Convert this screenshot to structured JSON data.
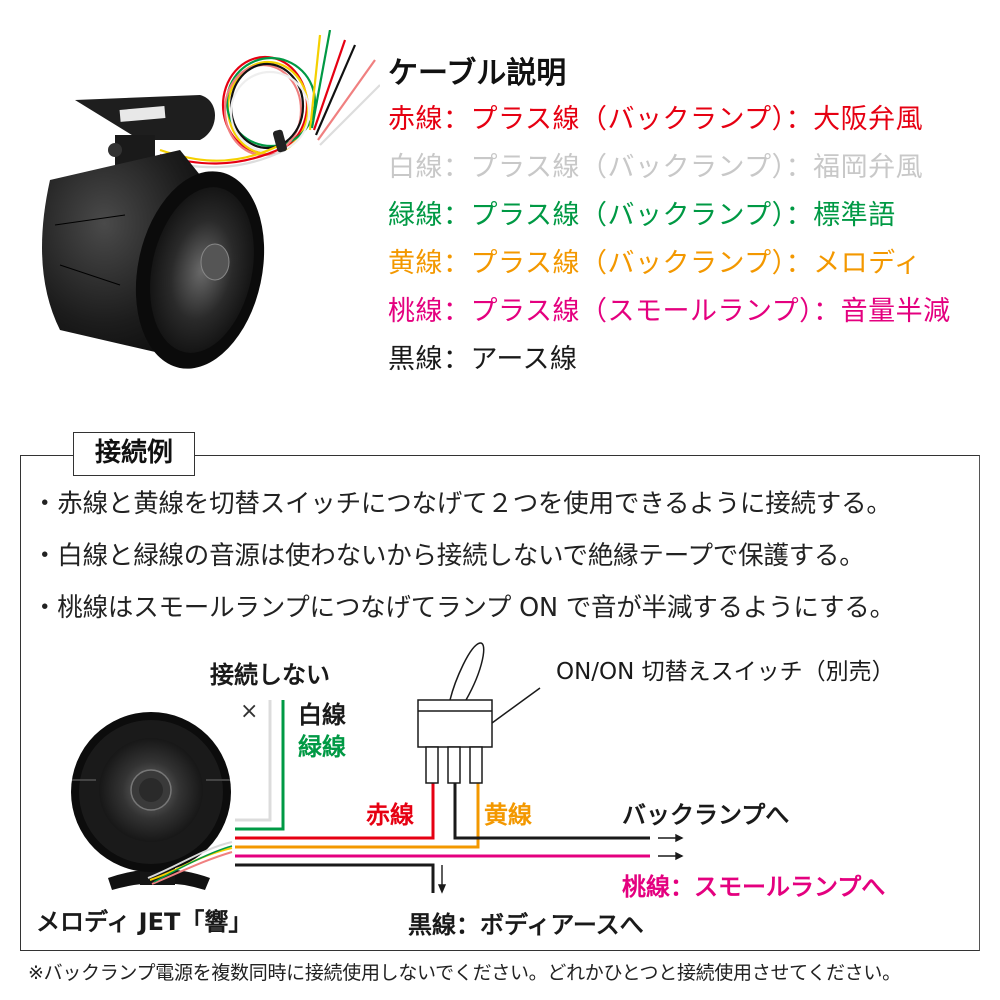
{
  "colors": {
    "red": "#e60012",
    "white": "#c8c8c8",
    "green": "#009944",
    "yellow": "#f39800",
    "pink": "#e4007f",
    "black": "#1a1a1a",
    "wire_white": "#d9d9d9"
  },
  "legend": {
    "title": "ケーブル説明",
    "items": [
      {
        "color": "red",
        "text": "赤線：プラス線（バックランプ）：大阪弁風"
      },
      {
        "color": "white",
        "text": "白線：プラス線（バックランプ）：福岡弁風"
      },
      {
        "color": "green",
        "text": "緑線：プラス線（バックランプ）：標準語"
      },
      {
        "color": "yellow",
        "text": "黄線：プラス線（バックランプ）：メロディ"
      },
      {
        "color": "pink",
        "text": "桃線：プラス線（スモールランプ）：音量半減"
      },
      {
        "color": "black",
        "text": "黒線：アース線"
      }
    ]
  },
  "connection": {
    "label": "接続例",
    "bullets": [
      "・赤線と黄線を切替スイッチにつなげて２つを使用できるように接続する。",
      "・白線と緑線の音源は使わないから接続しないで絶縁テープで保護する。",
      "・桃線はスモールランプにつなげてランプ ON で音が半減するようにする。"
    ]
  },
  "diagram": {
    "not_connected": "接続しない",
    "x_mark": "×",
    "white_wire": "白線",
    "green_wire": "緑線",
    "switch_label": "ON/ON 切替えスイッチ（別売）",
    "red_wire": "赤線",
    "yellow_wire": "黄線",
    "to_back_lamp": "バックランプへ",
    "to_small_lamp": "桃線：スモールランプへ",
    "to_body_ground": "黒線：ボディアースへ",
    "product_name": "メロディ JET「響」",
    "arrow_right": "→",
    "arrow_down": "↓"
  },
  "footnote": "※バックランプ電源を複数同時に接続使用しないでください。どれかひとつと接続使用させてください。"
}
